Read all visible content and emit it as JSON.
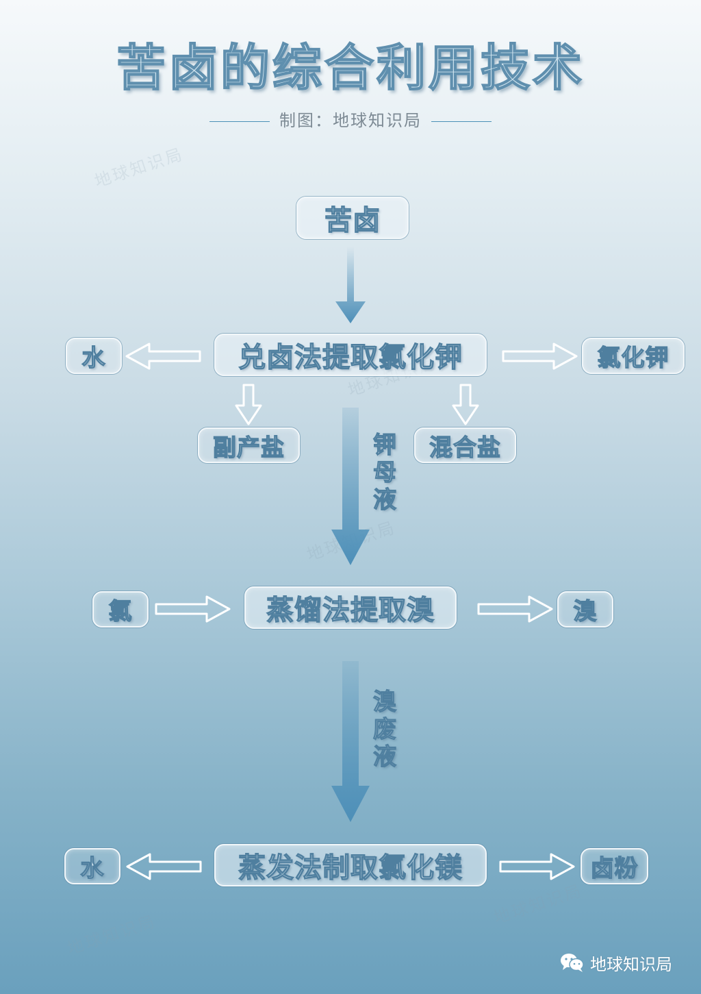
{
  "title": "苦卤的综合利用技术",
  "credit": "制图：地球知识局",
  "watermark": "地球知识局",
  "nodes": {
    "source": "苦卤",
    "step1": "兑卤法提取氯化钾",
    "step1_left_out": "水",
    "step1_right_out": "氯化钾",
    "step1_sub_left": "副产盐",
    "step1_sub_right": "混合盐",
    "step2": "蒸馏法提取溴",
    "step2_left_in": "氯",
    "step2_right_out": "溴",
    "step3": "蒸发法制取氯化镁",
    "step3_left_out": "水",
    "step3_right_out": "卤粉"
  },
  "flow_labels": {
    "mother_liquor": [
      "钾",
      "母",
      "液"
    ],
    "bromine_waste": [
      "溴",
      "废",
      "液"
    ]
  },
  "brand": {
    "icon": "wechat-icon",
    "text": "地球知识局"
  },
  "colors": {
    "arrow_blue": "#4d8fb8",
    "box_border": "#f2f7fa",
    "text_outline": "#4f7f9f"
  }
}
